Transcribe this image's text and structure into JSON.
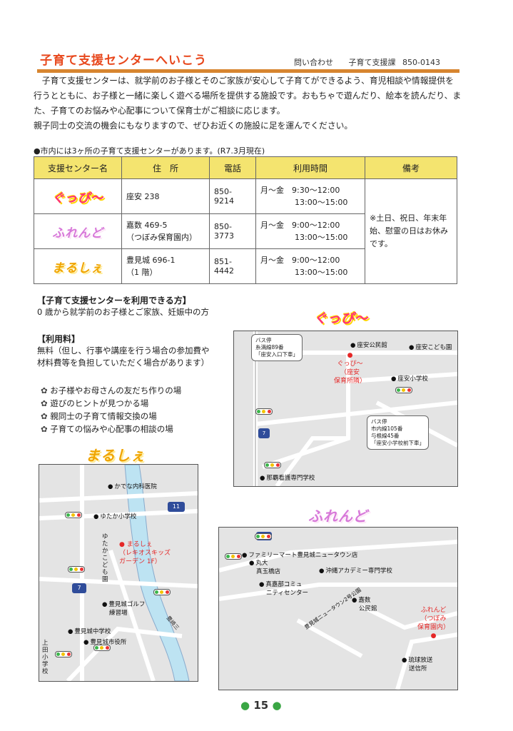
{
  "header": {
    "title": "子育て支援センターへいこう",
    "contact_label": "問い合わせ",
    "contact_dept": "子育て支援課",
    "contact_phone": "850-0143"
  },
  "intro": {
    "p1": "　子育て支援センターは、就学前のお子様とそのご家族が安心して子育てができるよう、育児相談や情報提供を行うとともに、お子様と一緒に楽しく遊べる場所を提供する施設です。おもちゃで遊んだり、絵本を読んだり、また、子育てのお悩みや心配事について保育士がご相談に応じます。",
    "p2": "親子同士の交流の機会にもなりますので、ぜひお近くの施設に足を運んでください。"
  },
  "count_text": "●市内には3ヶ所の子育て支援センターがあります。(R7.3月現在)",
  "table": {
    "headers": [
      "支援センター名",
      "住　所",
      "電話",
      "利用時間",
      "備考"
    ],
    "rows": [
      {
        "name": "ぐっぴ～",
        "addr1": "座安 238",
        "addr2": "",
        "phone": "850-9214",
        "hours1": "月～金　9:30～12:00",
        "hours2": "13:00～15:00"
      },
      {
        "name": "ふれんど",
        "addr1": "嘉数 469-5",
        "addr2": "（つぼみ保育園内）",
        "phone": "850-3773",
        "hours1": "月～金　9:00～12:00",
        "hours2": "13:00～15:00"
      },
      {
        "name": "まるしぇ",
        "addr1": "豊見城 696-1",
        "addr2": "（1 階）",
        "phone": "851-4442",
        "hours1": "月～金　9:00～12:00",
        "hours2": "13:00～15:00"
      }
    ],
    "note": "※土日、祝日、年末年始、慰霊の日はお休みです。"
  },
  "eligibility": {
    "heading": "【子育て支援センターを利用できる方】",
    "text": "0 歳から就学前のお子様とご家族、妊娠中の方"
  },
  "fee": {
    "heading": "【利用料】",
    "text1": "無料（但し、行事や講座を行う場合の参加費や",
    "text2": "材料費等を負担していただく場合があります）"
  },
  "bullets": [
    "お子様やお母さんの友だち作りの場",
    "遊びのヒントが見つかる場",
    "親同士の子育て情報交換の場",
    "子育ての悩みや心配事の相談の場"
  ],
  "map_gupi": {
    "title": "ぐっぴ～",
    "bus1": [
      "バス停",
      "糸満線89番",
      "「座安入口下車」"
    ],
    "bus2": [
      "バス停",
      "市内線105番",
      "与根線45番",
      "「座安小学校前下車」"
    ],
    "zayasu_hall": "座安公民館",
    "zayasu_kodomoen": "座安こども園",
    "zayasu_school": "座安小学校",
    "center": [
      "ぐっぴ～",
      "（座安",
      "保育所隣）"
    ],
    "route": "7",
    "naha_nursing": "那覇看護専門学校"
  },
  "map_maru": {
    "title": "まるしぇ",
    "kadena_clinic": "かでな内科医院",
    "yutaka_school": "ゆたか小学校",
    "yutaka_kodomoen": "ゆたかこども園",
    "center": [
      "まるしぇ",
      "（レキオスキッズ",
      "ガーデン 1F）"
    ],
    "golf": [
      "豊見城ゴルフ",
      "練習場"
    ],
    "junior_high": "豊見城中学校",
    "city_hall": "豊見城市役所",
    "ueta_school": "上田小学校",
    "route11": "11",
    "route7": "7",
    "road": "豊崎三"
  },
  "map_friend": {
    "title": "ふれんど",
    "route": "11",
    "familymart": "ファミリーマート豊見城ニュータウン店",
    "marudai": [
      "丸大",
      "真玉橋店"
    ],
    "okinawa_academy": "沖縄アカデミー専門学校",
    "makabe_comm": [
      "真嘉部コミュ",
      "ニティセンター"
    ],
    "newtown_park": "豊見城ニュータウン2号公園",
    "kakazu_hall": [
      "嘉数",
      "公民館"
    ],
    "center": [
      "ふれんど",
      "（つぼみ",
      "保育園内）"
    ],
    "ryukyu_broadcast": [
      "琉球放送",
      "送信所"
    ]
  },
  "page_number": "15",
  "colors": {
    "title": "#e8481d",
    "rule": "#d7852f",
    "table_header": "#f4e46f",
    "marker": "#e52727",
    "page_dot": "#3aa644"
  }
}
